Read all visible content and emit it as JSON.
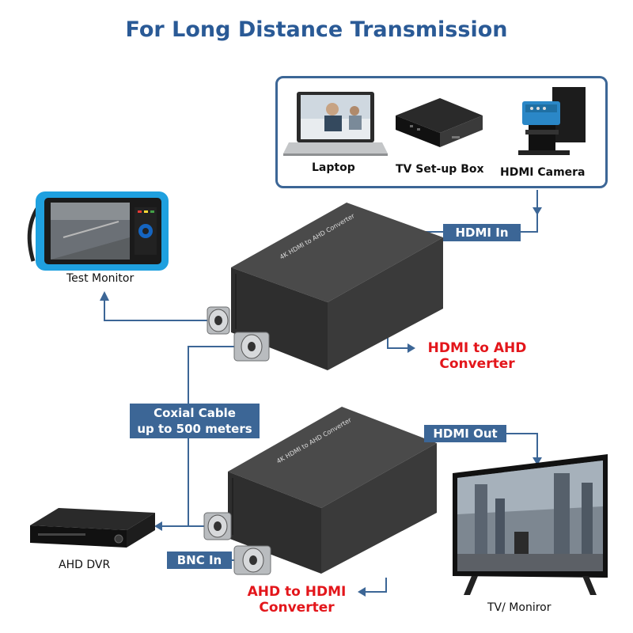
{
  "title": "For Long Distance Transmission",
  "sources": {
    "laptop": "Laptop",
    "tvbox": "TV Set-up Box",
    "camera": "HDMI Camera"
  },
  "tags": {
    "hdmi_in": "HDMI In",
    "hdmi_out": "HDMI Out",
    "coax_line1": "Coxial Cable",
    "coax_line2": "up to 500 meters",
    "bnc_in": "BNC In"
  },
  "devices": {
    "test_monitor": "Test Monitor",
    "ahd_dvr": "AHD DVR",
    "tv_monitor": "TV/ Moniror"
  },
  "converters": {
    "top_line1": "HDMI to AHD",
    "top_line2": "Converter",
    "bottom_line1": "AHD to HDMI",
    "bottom_line2": "Converter",
    "device_label": "4K HDMI to AHD Converter"
  },
  "colors": {
    "accent": "#3c6696",
    "title": "#2a5a96",
    "red": "#e3161b"
  }
}
